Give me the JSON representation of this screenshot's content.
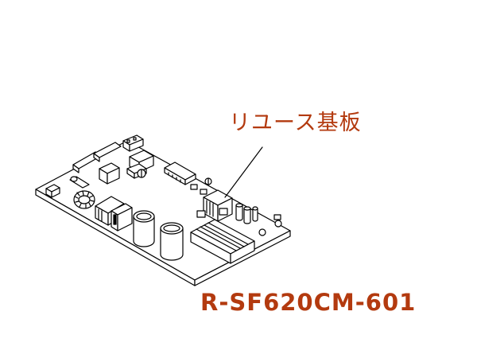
{
  "labels": {
    "part_name": "リユース基板",
    "model_number": "R-SF620CM-601"
  },
  "colors": {
    "label_text": "#b33a0f",
    "line": "#000000",
    "background": "#ffffff"
  },
  "illustration": {
    "subject": "circuit-board",
    "style": "line-art"
  }
}
